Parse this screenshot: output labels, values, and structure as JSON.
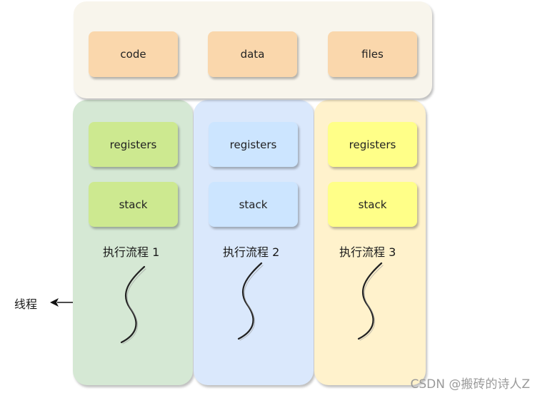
{
  "shared": {
    "code": "code",
    "data": "data",
    "files": "files"
  },
  "threads": [
    {
      "registers": "registers",
      "stack": "stack",
      "label": "执行流程 1"
    },
    {
      "registers": "registers",
      "stack": "stack",
      "label": "执行流程 2"
    },
    {
      "registers": "registers",
      "stack": "stack",
      "label": "执行流程 3"
    }
  ],
  "thread_pointer_label": "线程",
  "watermark": "CSDN @搬砖的诗人Z",
  "colors": {
    "shared_panel": "#f8f5ec",
    "shared_resource": "#fad7ac",
    "thread1_column": "#d5e8d4",
    "thread1_box": "#cde990",
    "thread2_column": "#dae8fc",
    "thread2_box": "#cce5ff",
    "thread3_column": "#fff2cc",
    "thread3_box": "#ffff88"
  }
}
